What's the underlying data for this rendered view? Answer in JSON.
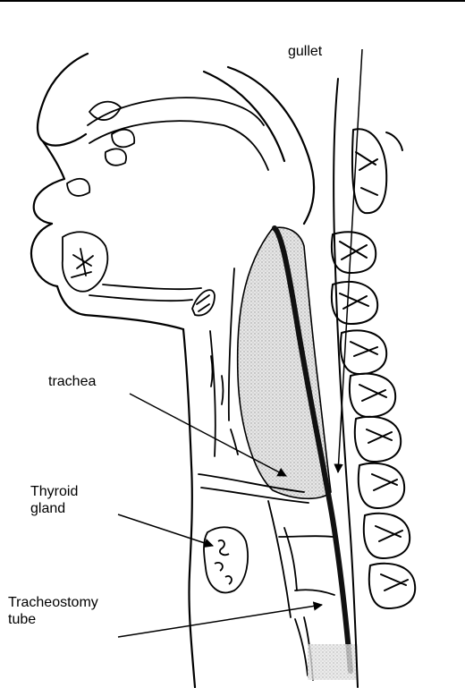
{
  "labels": {
    "gullet": "gullet",
    "trachea": "trachea",
    "thyroid": "Thyroid\ngland",
    "tube": "Tracheostomy\ntube"
  },
  "colors": {
    "ink": "#000000",
    "shading": "#bdbdbd"
  }
}
